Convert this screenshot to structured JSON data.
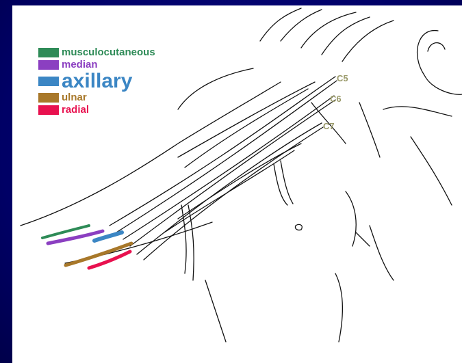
{
  "legend": [
    {
      "label": "musculocutaneous",
      "color": "#2e8b57"
    },
    {
      "label": "median",
      "color": "#8b3fc1"
    },
    {
      "label": "axillary",
      "color": "#3b86c4"
    },
    {
      "label": "ulnar",
      "color": "#a8782a"
    },
    {
      "label": "radial",
      "color": "#e8114f"
    }
  ],
  "roots": [
    "C5",
    "C6",
    "C7"
  ],
  "root_color": "#9a9a6a",
  "background_color": "#000066"
}
